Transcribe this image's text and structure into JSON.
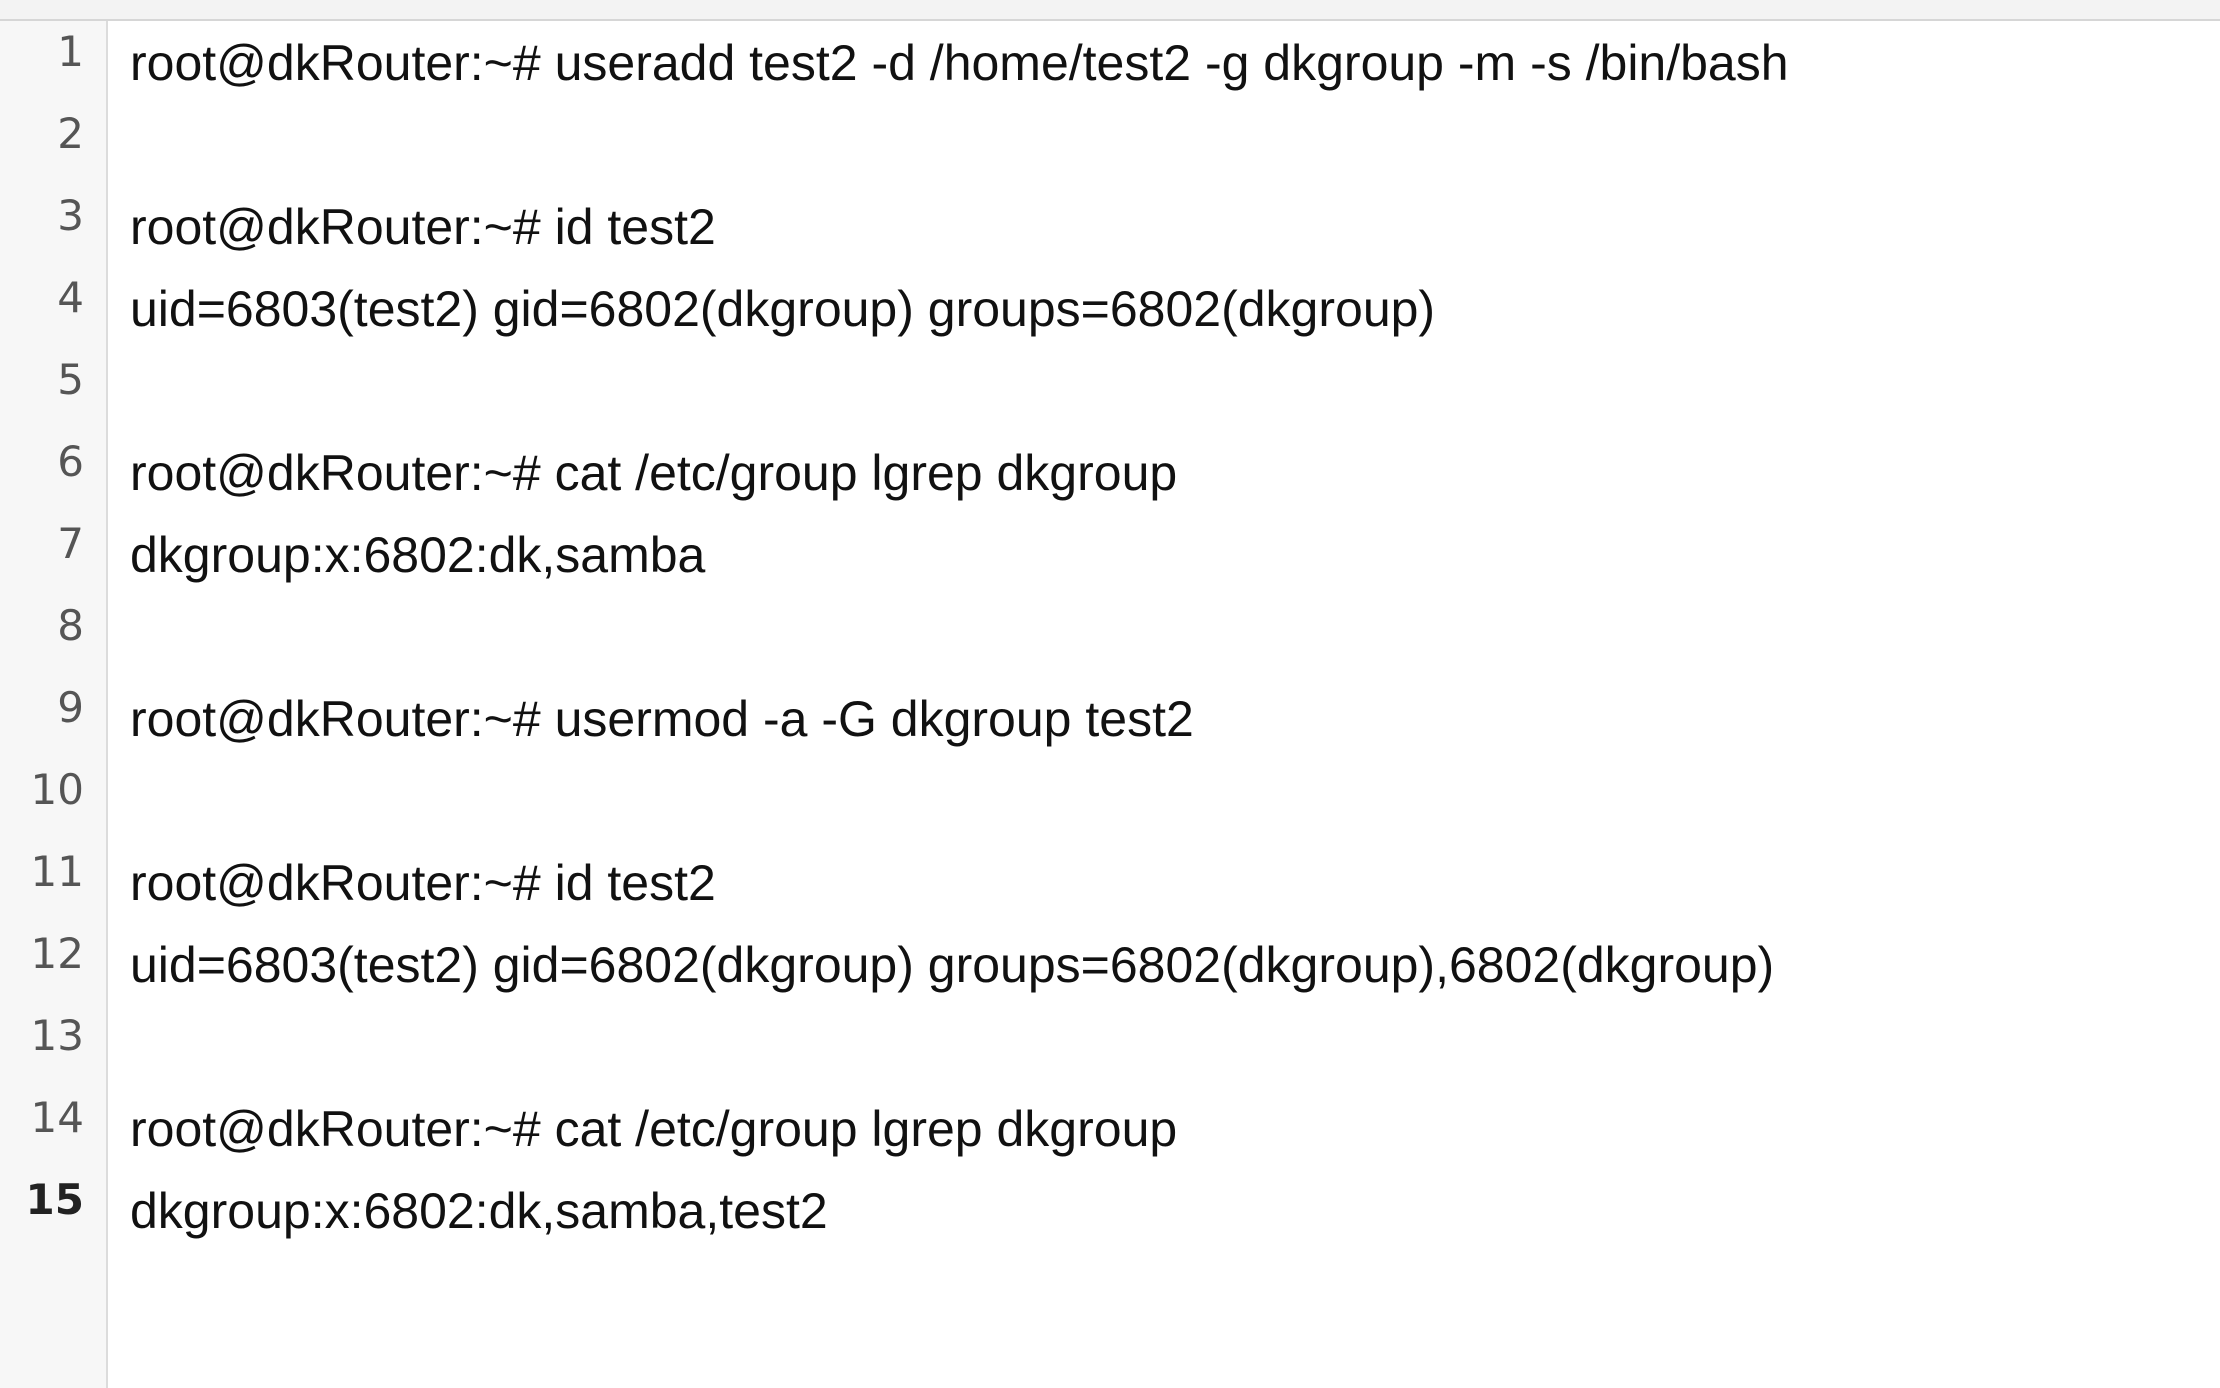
{
  "editor": {
    "current_line": 15,
    "lines": [
      {
        "number": "1",
        "text": "root@dkRouter:~# useradd test2 -d /home/test2 -g dkgroup -m -s /bin/bash"
      },
      {
        "number": "2",
        "text": ""
      },
      {
        "number": "3",
        "text": "root@dkRouter:~# id test2"
      },
      {
        "number": "4",
        "text": "uid=6803(test2) gid=6802(dkgroup) groups=6802(dkgroup)"
      },
      {
        "number": "5",
        "text": ""
      },
      {
        "number": "6",
        "text": "root@dkRouter:~# cat /etc/group lgrep dkgroup"
      },
      {
        "number": "7",
        "text": "dkgroup:x:6802:dk,samba"
      },
      {
        "number": "8",
        "text": ""
      },
      {
        "number": "9",
        "text": "root@dkRouter:~# usermod -a -G dkgroup test2"
      },
      {
        "number": "10",
        "text": ""
      },
      {
        "number": "11",
        "text": "root@dkRouter:~# id test2"
      },
      {
        "number": "12",
        "text": "uid=6803(test2) gid=6802(dkgroup) groups=6802(dkgroup),6802(dkgroup)"
      },
      {
        "number": "13",
        "text": ""
      },
      {
        "number": "14",
        "text": "root@dkRouter:~# cat /etc/group lgrep dkgroup"
      },
      {
        "number": "15",
        "text": "dkgroup:x:6802:dk,samba,test2"
      }
    ]
  }
}
